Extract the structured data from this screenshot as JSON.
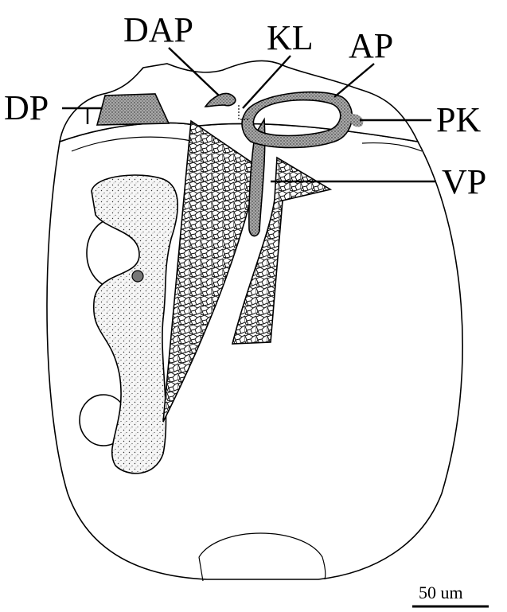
{
  "labels": {
    "dp": "DP",
    "dap": "DAP",
    "kl": "KL",
    "ap": "AP",
    "pk": "PK",
    "vp": "VP"
  },
  "scale_bar": {
    "text": "50 um"
  },
  "colors": {
    "ink": "#000000",
    "background": "#ffffff",
    "plate_fill": "#9a9a9a",
    "granular_fill": "#e4e4e4",
    "mesh_fill": "#6a6a6a"
  }
}
